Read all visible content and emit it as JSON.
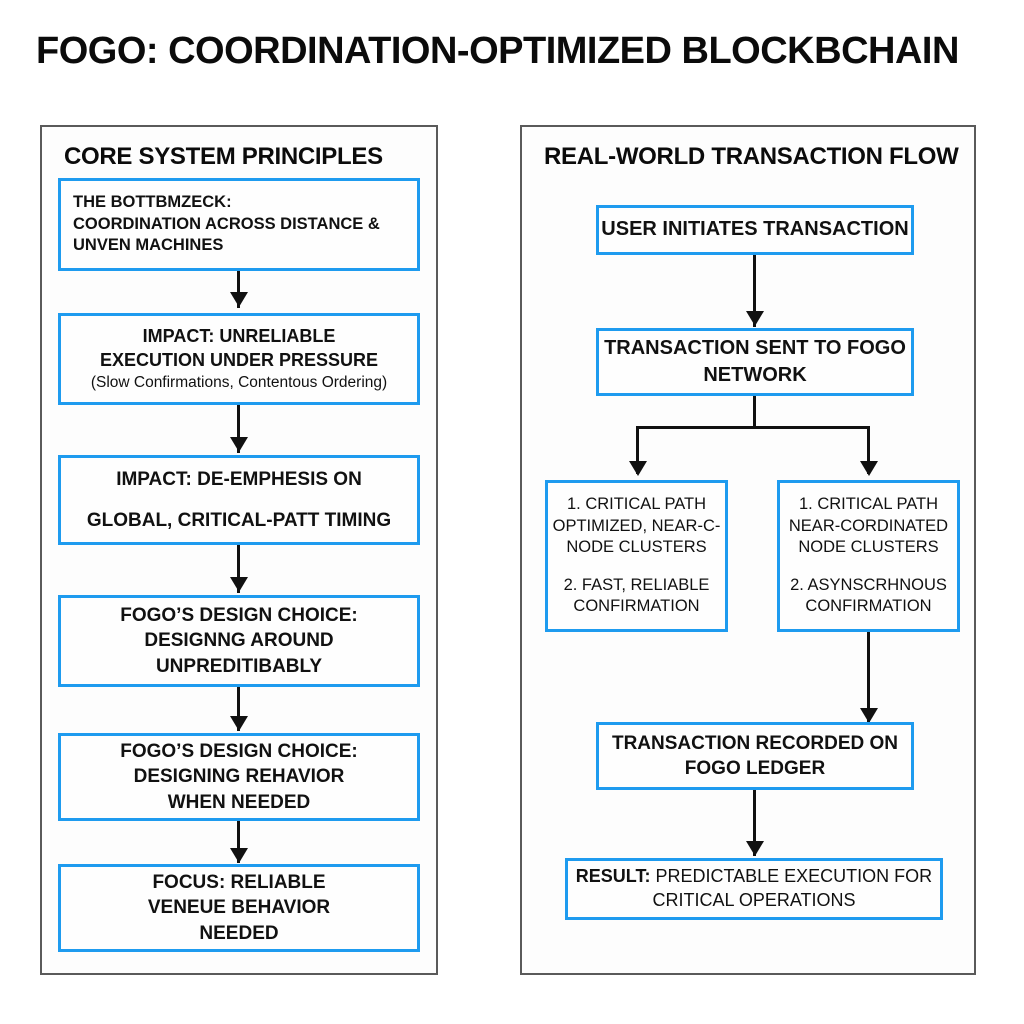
{
  "title": "FOGO: COORDINATION-OPTIMIZED BLOCKBCHAIN",
  "accent_color": "#1E9BEF",
  "panel_border_color": "#5A5A5A",
  "arrow_color": "#111111",
  "background_color": "#FFFFFF",
  "left_panel": {
    "header": "CORE SYSTEM PRINCIPLES",
    "nodes": [
      {
        "id": "bottleneck",
        "align": "left",
        "lines": [
          {
            "text": "THE BOTTBMZECK:",
            "weight": "bold"
          },
          {
            "text": "COORDINATION ACROSS DISTANCE &",
            "weight": "bold"
          },
          {
            "text": "UNVEN MACHINES",
            "weight": "bold"
          }
        ]
      },
      {
        "id": "impact-unreliable",
        "align": "center",
        "lines": [
          {
            "text": "IMPACT: UNRELIABLE",
            "weight": "bold"
          },
          {
            "text": "EXECUTION UNDER PRESSURE",
            "weight": "bold"
          },
          {
            "text": "(Slow Confirmations, Contentous Ordering)",
            "weight": "normal"
          }
        ]
      },
      {
        "id": "impact-deemphasis",
        "align": "center",
        "lines": [
          {
            "text": "IMPACT: DE-EMPHESIS ON",
            "weight": "bold"
          },
          {
            "text": "",
            "weight": "bold"
          },
          {
            "text": "GLOBAL, CRITICAL-PATT TIMING",
            "weight": "bold"
          }
        ]
      },
      {
        "id": "design-choice-unpredictable",
        "align": "center",
        "lines": [
          {
            "text": "FOGO’S DESIGN CHOICE:",
            "weight": "bold"
          },
          {
            "text": "DESIGNNG AROUND",
            "weight": "bold"
          },
          {
            "text": "UNPREDITIBABLY",
            "weight": "bold"
          }
        ]
      },
      {
        "id": "design-choice-behavior",
        "align": "center",
        "lines": [
          {
            "text": "FOGO’S DESIGN CHOICE:",
            "weight": "bold"
          },
          {
            "text": "DESIGNING REHAVIOR",
            "weight": "bold"
          },
          {
            "text": "WHEN NEEDED",
            "weight": "bold"
          }
        ]
      },
      {
        "id": "focus-reliable",
        "align": "center",
        "lines": [
          {
            "text": "FOCUS: RELIABLE",
            "weight": "bold"
          },
          {
            "text": "VENEUE BEHAVIOR",
            "weight": "bold"
          },
          {
            "text": "NEEDED",
            "weight": "bold"
          }
        ]
      }
    ]
  },
  "right_panel": {
    "header": "REAL-WORLD TRANSACTION FLOW",
    "nodes": [
      {
        "id": "user-initiates",
        "align": "center",
        "lines": [
          {
            "text": "USER INITIATES TRANSACTION",
            "weight": "bold"
          }
        ]
      },
      {
        "id": "sent-to-network",
        "align": "center",
        "lines": [
          {
            "text": "TRANSACTION SENT TO FOGO",
            "weight": "bold"
          },
          {
            "text": "NETWORK",
            "weight": "bold"
          }
        ]
      },
      {
        "id": "branch-critical-path-optimized",
        "align": "center",
        "lines": [
          {
            "text": "1. CRITICAL PATH",
            "weight": "normal"
          },
          {
            "text": "OPTIMIZED, NEAR-C-",
            "weight": "normal"
          },
          {
            "text": "NODE CLUSTERS",
            "weight": "normal"
          },
          {
            "text": "",
            "weight": "normal"
          },
          {
            "text": "2. FAST, RELIABLE",
            "weight": "normal"
          },
          {
            "text": "CONFIRMATION",
            "weight": "normal"
          }
        ]
      },
      {
        "id": "branch-critical-path-coordinated",
        "align": "center",
        "lines": [
          {
            "text": "1. CRITICAL PATH",
            "weight": "normal"
          },
          {
            "text": "NEAR-CORDINATED",
            "weight": "normal"
          },
          {
            "text": "NODE CLUSTERS",
            "weight": "normal"
          },
          {
            "text": "",
            "weight": "normal"
          },
          {
            "text": "2. ASYNSCRHNOUS",
            "weight": "normal"
          },
          {
            "text": "CONFIRMATION",
            "weight": "normal"
          }
        ]
      },
      {
        "id": "recorded-on-ledger",
        "align": "center",
        "lines": [
          {
            "text": "TRANSACTION RECORDED ON",
            "weight": "bold"
          },
          {
            "text": "FOGO LEDGER",
            "weight": "bold"
          }
        ]
      },
      {
        "id": "result",
        "align": "center",
        "lines": [
          {
            "text": "RESULT:",
            "weight": "bold",
            "suffix": " PREDICTABLE EXECUTION FOR"
          },
          {
            "text": "CRITICAL OPERATIONS",
            "weight": "normal"
          }
        ]
      }
    ]
  }
}
